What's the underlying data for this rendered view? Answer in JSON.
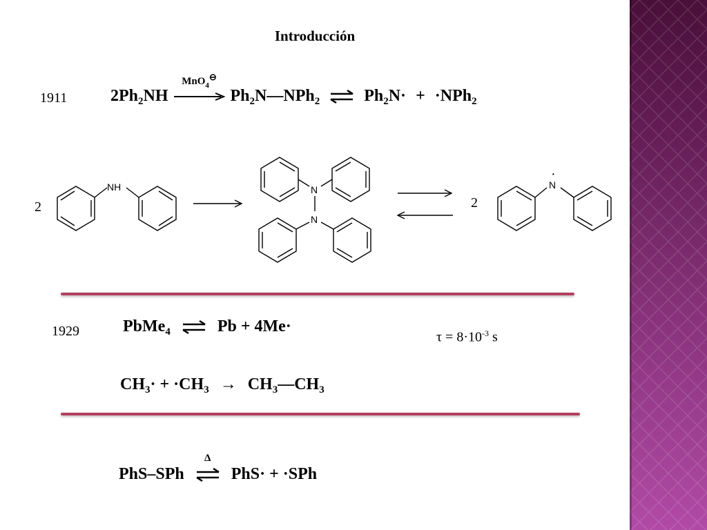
{
  "slide": {
    "title": "Introducción",
    "colors": {
      "rule": "#b2405f",
      "sidebar_dark": "#4a0f3a",
      "sidebar_light": "#b14aa6"
    },
    "section1": {
      "year": "1911",
      "reactant": "2Ph",
      "reactant_sub": "2",
      "reactant_tail": "NH",
      "reagent": "MnO",
      "reagent_sub": "4",
      "reagent_charge": "⊖",
      "dimer_a": "Ph",
      "dimer_a_sub": "2",
      "dimer_mid": "N—NPh",
      "dimer_b_sub": "2",
      "radical_a": "Ph",
      "radical_a_sub": "2",
      "radical_a_tail": "N·",
      "plus": "+",
      "radical_b": "·NPh",
      "radical_b_sub": "2",
      "coef_left": "2",
      "coef_right": "2",
      "nh_label": "NH",
      "n_label": "N",
      "radical_dot": "·"
    },
    "section2": {
      "year": "1929",
      "reactant": "PbMe",
      "reactant_sub": "4",
      "products": "Pb + 4Me·",
      "lifetime": {
        "symbol": "τ",
        "eq": "= 8·10",
        "exp": "-3",
        "unit": "s"
      },
      "eq2_a": "CH",
      "eq2_a_sub": "3",
      "eq2_a_tail": "· + ·CH",
      "eq2_b_sub": "3",
      "eq2_arrow": "→",
      "eq2_c": "CH",
      "eq2_c_sub": "3",
      "eq2_c_mid": "—CH",
      "eq2_d_sub": "3"
    },
    "section3": {
      "reactant": "PhS–SPh",
      "heat": "Δ",
      "products": "PhS· + ·SPh"
    }
  }
}
